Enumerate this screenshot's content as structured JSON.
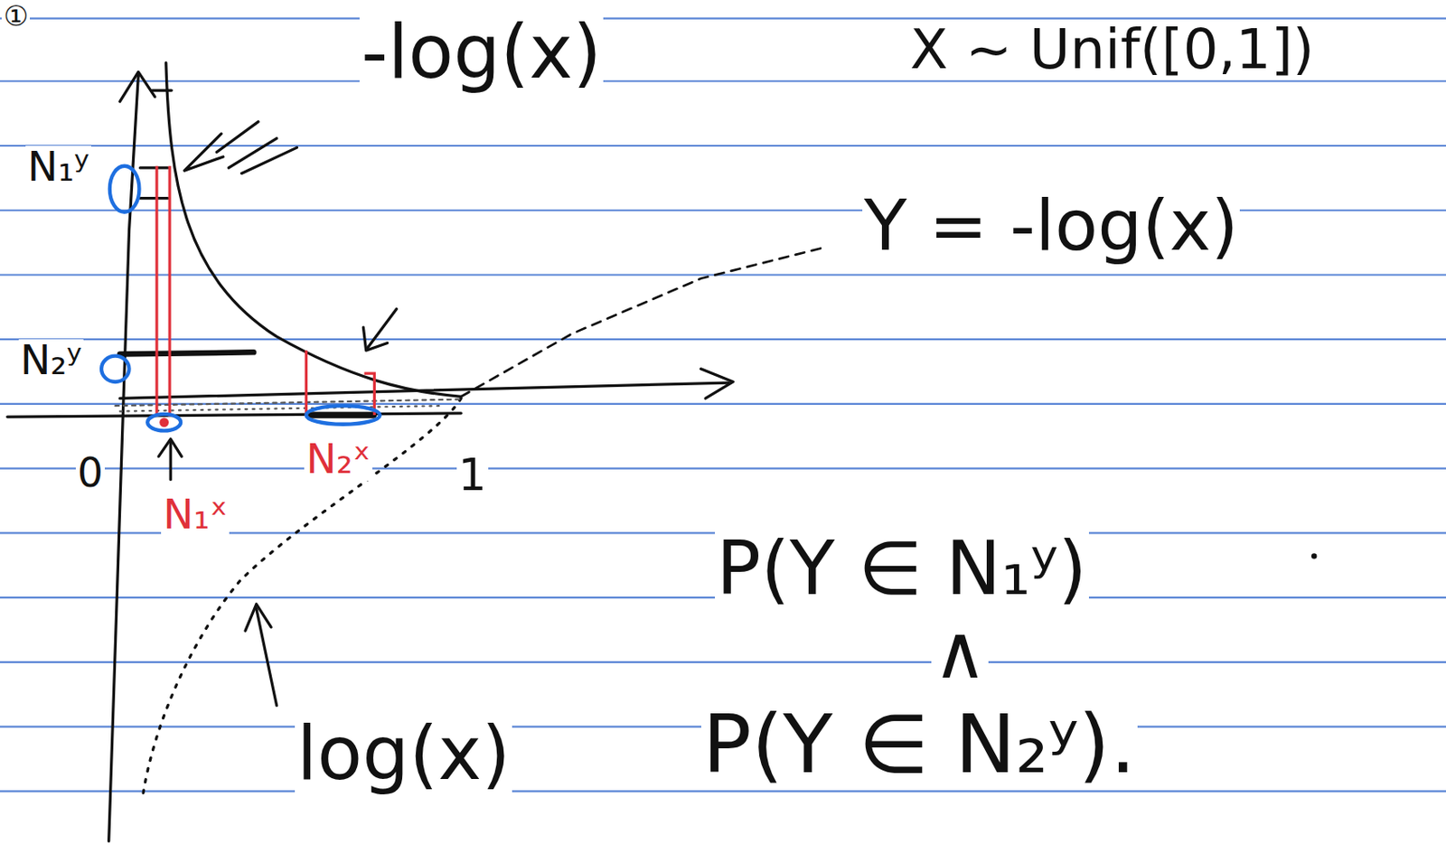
{
  "diagram": {
    "labels": [
      "①",
      "-log(x)",
      "X ~ Unif([0,1])",
      "Y = -log(x)",
      "N₁ʸ",
      "N₂ʸ",
      "N₁ˣ",
      "N₂ˣ",
      "0",
      "1",
      "log(x)",
      "P(Y ∈ N₁ʸ)",
      "∧",
      "P(Y ∈ N₂ʸ)."
    ]
  }
}
